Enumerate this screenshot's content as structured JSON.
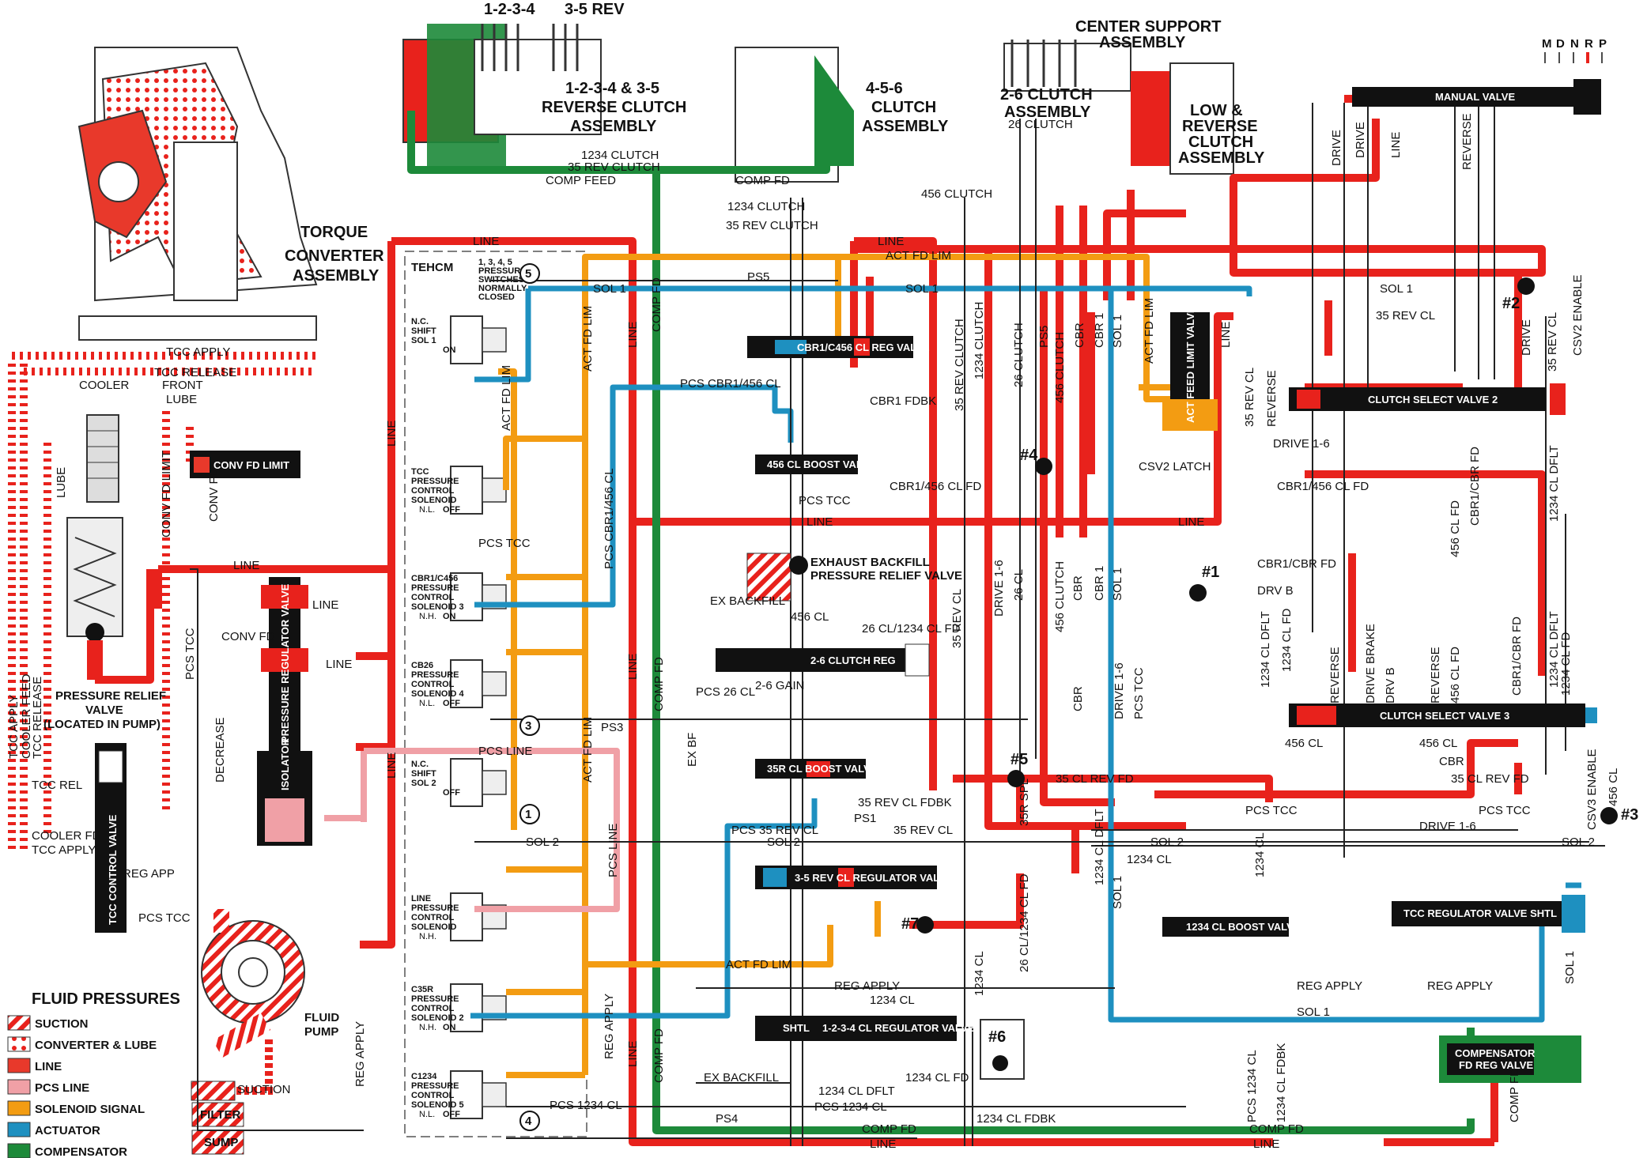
{
  "assemblies": {
    "torque_converter": [
      "TORQUE",
      "CONVERTER",
      "ASSEMBLY"
    ],
    "clutch_1234_35": [
      "1-2-3-4 & 3-5",
      "REVERSE CLUTCH",
      "ASSEMBLY"
    ],
    "clutch_456": [
      "4-5-6",
      "CLUTCH",
      "ASSEMBLY"
    ],
    "center_support": [
      "CENTER SUPPORT",
      "ASSEMBLY"
    ],
    "clutch_26": [
      "2-6 CLUTCH",
      "ASSEMBLY"
    ],
    "low_reverse": [
      "LOW &",
      "REVERSE",
      "CLUTCH",
      "ASSEMBLY"
    ],
    "top_1234": "1-2-3-4",
    "top_35rev": "3-5 REV"
  },
  "gear_selector": [
    "M",
    "D",
    "N",
    "R",
    "P"
  ],
  "valves": {
    "manual_valve": "MANUAL VALVE",
    "cbr1_c456_reg": "CBR1/C456 CL REG VALVE",
    "boost_456": "456 CL BOOST VALVE",
    "act_feed_limit": "ACT FEED LIMIT VALVE",
    "clutch_select_2": "CLUTCH SELECT VALVE 2",
    "clutch_select_3": "CLUTCH SELECT VALVE 3",
    "conv_fd_limit": "CONV FD LIMIT",
    "pressure_regulator": "PRESSURE REGULATOR VALVE",
    "isolator": "ISOLATOR",
    "tcc_control": "TCC CONTROL VALVE",
    "clutch_reg_26": "2-6 CLUTCH REG",
    "boost_35r": "35R CL BOOST VALVE",
    "reg_35rev": "3-5 REV CL REGULATOR VALVE",
    "reg_1234": "1-2-3-4 CL REGULATOR VALVE",
    "shtl": "SHTL",
    "boost_1234": "1234 CL BOOST VALVE",
    "tcc_reg": "TCC REGULATOR VALVE SHTL",
    "compensator": "COMPENSATOR FD REG VALVE",
    "exhaust_backfill": [
      "EXHAUST BACKFILL",
      "PRESSURE RELIEF VALVE"
    ],
    "pressure_relief": [
      "PRESSURE RELIEF",
      "VALVE",
      "(LOCATED IN PUMP)"
    ],
    "fluid_pump": [
      "FLUID",
      "PUMP"
    ]
  },
  "tehcm": {
    "title": "TEHCM",
    "switch_note": [
      "1, 3, 4, 5",
      "PRESSURE",
      "SWITCHES",
      "NORMALLY",
      "CLOSED"
    ],
    "solenoids": [
      {
        "name": [
          "N.C.",
          "SHIFT",
          "SOL 1"
        ],
        "state": "ON"
      },
      {
        "name": [
          "TCC",
          "PRESSURE",
          "CONTROL",
          "SOLENOID"
        ],
        "type": "N.L.",
        "state": "OFF"
      },
      {
        "name": [
          "CBR1/C456",
          "PRESSURE",
          "CONTROL",
          "SOLENOID 3"
        ],
        "type": "N.H.",
        "state": "ON"
      },
      {
        "name": [
          "CB26",
          "PRESSURE",
          "CONTROL",
          "SOLENOID 4"
        ],
        "type": "N.L.",
        "state": "OFF"
      },
      {
        "name": [
          "N.C.",
          "SHIFT",
          "SOL 2"
        ],
        "state": "OFF"
      },
      {
        "name": [
          "LINE",
          "PRESSURE",
          "CONTROL",
          "SOLENOID"
        ],
        "type": "N.H.",
        "state": ""
      },
      {
        "name": [
          "C35R",
          "PRESSURE",
          "CONTROL",
          "SOLENOID 2"
        ],
        "type": "N.H.",
        "state": "ON"
      },
      {
        "name": [
          "C1234",
          "PRESSURE",
          "CONTROL",
          "SOLENOID 5"
        ],
        "type": "N.L.",
        "state": "OFF"
      }
    ]
  },
  "switches": [
    "5",
    "3",
    "1",
    "4"
  ],
  "checkballs": [
    "#1",
    "#2",
    "#3",
    "#4",
    "#5",
    "#6",
    "#7"
  ],
  "circuits": {
    "line": "LINE",
    "comp_fd": "COMP FD",
    "comp_feed": "COMP FEED",
    "act_fd_lim": "ACT FD LIM",
    "sol1": "SOL 1",
    "sol2": "SOL 2",
    "ps5": "PS5",
    "ps3": "PS3",
    "ps4": "PS4",
    "ps1": "PS1",
    "c1234": "1234 CLUTCH",
    "c35rev": "35 REV CLUTCH",
    "c456": "456 CLUTCH",
    "c26": "26 CLUTCH",
    "cl35rev": "35 REV CL",
    "pcs_tcc": "PCS TCC",
    "pcs_cbr1_456": "PCS CBR1/456 CL",
    "pcs_line": "PCS LINE",
    "pcs_35rev": "PCS 35 REV CL",
    "pcs_1234": "PCS 1234 CL",
    "csv2_latch": "CSV2 LATCH",
    "csv2_enable": "CSV2 ENABLE",
    "csv3_enable": "CSV3 ENABLE",
    "drive": "DRIVE",
    "reverse": "REVERSE",
    "drive16": "DRIVE 1-6",
    "drv_b": "DRV B",
    "cbr": "CBR",
    "cbr1": "CBR 1",
    "cbr1_cbr_fd": "CBR1/CBR FD",
    "cbr1_456_fd": "CBR1/456 CL FD",
    "dflt1234": "1234 CL DFLT",
    "fd1234": "1234 CL FD",
    "fdbk1234": "1234 CL FDBK",
    "cl456": "456 CL",
    "cl456fd": "456 CL FD",
    "cl26": "26 CL",
    "cl26_1234": "26 CL/1234 CL FD",
    "cl35r_fd": "35 CL REV FD",
    "cl35r_fdbk": "35 REV CL FDBK",
    "cl1234": "1234 CL",
    "reg_apply": "REG APPLY",
    "reg_app": "REG APP",
    "ex_backfill": "EX BACKFILL",
    "ex_bf": "EX BF",
    "tcc_apply": "TCC APPLY",
    "tcc_release": "TCC RELEASE",
    "tcc_rel": "TCC REL",
    "conv_fd": "CONV FD",
    "conv_fd_limit": "CONV FD LIMIT",
    "cooler_fd": "COOLER FD",
    "cooler_feed": "COOLER FEED",
    "cooler": "COOLER",
    "front_lube": [
      "FRONT",
      "LUBE"
    ],
    "lube": "LUBE",
    "decrease": "DECREASE",
    "suction": "SUCTION",
    "filter": "FILTER",
    "sump": "SUMP",
    "ex": "EX",
    "cbr1_fdbk": "CBR1 FDBK",
    "pcs26": "PCS 26 CL",
    "gain26": "2-6 GAIN",
    "spl35r": "35R SPL",
    "drive_brake": "DRIVE BRAKE",
    "drv_b2": "DRV B",
    "pcs_1234_cl": "PCS 1234 CL",
    "comp_fd2": "COMP FD"
  },
  "legend": {
    "title": "FLUID PRESSURES",
    "items": [
      {
        "label": "SUCTION",
        "color": "#e8392b",
        "pattern": "stripe"
      },
      {
        "label": "CONVERTER & LUBE",
        "color": "#e8392b",
        "pattern": "dots"
      },
      {
        "label": "LINE",
        "color": "#e8392b",
        "pattern": "solid"
      },
      {
        "label": "PCS LINE",
        "color": "#f0a0a6",
        "pattern": "solid"
      },
      {
        "label": "SOLENOID SIGNAL",
        "color": "#f39c12",
        "pattern": "solid"
      },
      {
        "label": "ACTUATOR",
        "color": "#1e90c0",
        "pattern": "solid"
      },
      {
        "label": "COMPENSATOR",
        "color": "#1d8a3a",
        "pattern": "solid"
      }
    ]
  },
  "colors": {
    "line": "#e8221c",
    "pcs_line": "#f0a0a6",
    "solenoid_signal": "#f39c12",
    "actuator": "#1e90c0",
    "compensator": "#1d8a3a",
    "exhaust": "#222222",
    "converter": "#e8392b"
  }
}
